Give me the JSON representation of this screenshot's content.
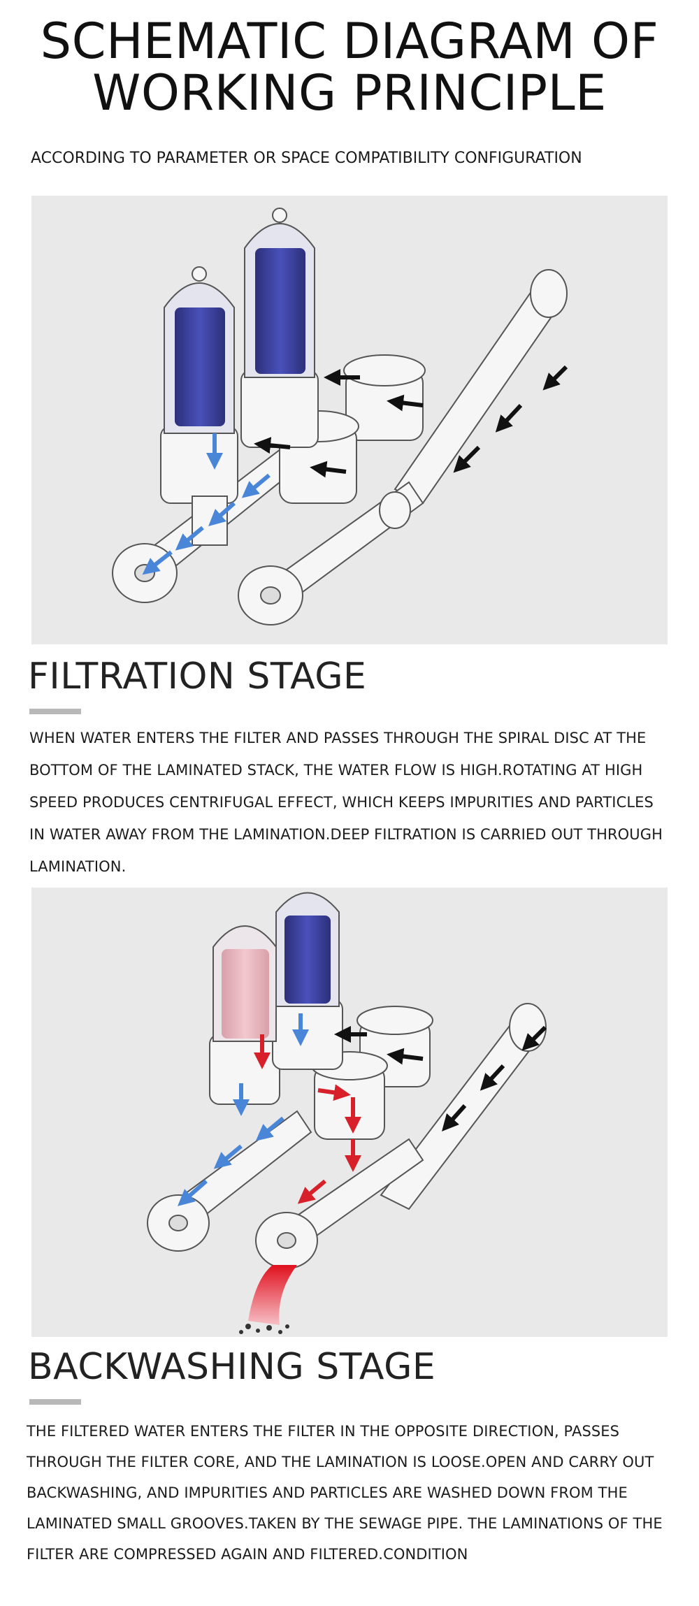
{
  "header": {
    "title_line1": "SCHEMATIC DIAGRAM OF",
    "title_line2": "WORKING PRINCIPLE",
    "subtitle": "ACCORDING TO PARAMETER OR SPACE COMPATIBILITY CONFIGURATION"
  },
  "filtration": {
    "title": "FILTRATION STAGE",
    "text": "WHEN WATER ENTERS THE FILTER AND PASSES THROUGH THE SPIRAL DISC AT THE BOTTOM OF THE LAMINATED STACK, THE WATER FLOW IS HIGH.ROTATING AT HIGH SPEED PRODUCES CENTRIFUGAL EFFECT, WHICH KEEPS IMPURITIES AND PARTICLES IN WATER AWAY FROM THE LAMINATION.DEEP FILTRATION IS CARRIED OUT THROUGH LAMINATION."
  },
  "backwashing": {
    "title": "BACKWASHING STAGE",
    "text": "THE FILTERED WATER ENTERS THE FILTER IN THE OPPOSITE DIRECTION, PASSES THROUGH THE FILTER CORE, AND THE LAMINATION IS LOOSE.OPEN AND CARRY OUT BACKWASHING, AND IMPURITIES AND PARTICLES ARE WASHED DOWN FROM THE LAMINATED SMALL GROOVES.TAKEN BY THE SEWAGE PIPE. THE LAMINATIONS OF THE FILTER ARE COMPRESSED AGAIN AND FILTERED.CONDITION"
  },
  "colors": {
    "filtered_flow": "#4a86d8",
    "inlet_flow": "#111111",
    "backwash_flow": "#d8202a",
    "disc_stack": "#2a2f8a",
    "panel_bg": "#e9e9e9"
  }
}
